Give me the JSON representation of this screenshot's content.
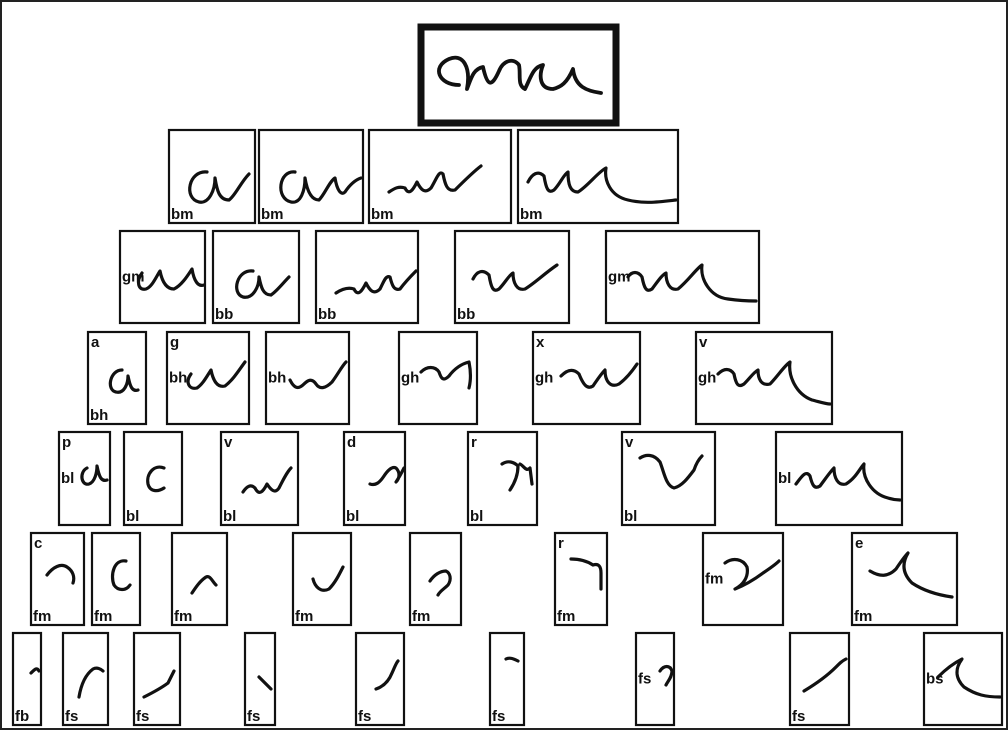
{
  "nodes": [
    {
      "id": "n-root-arc",
      "label": "",
      "labelPos": "bl",
      "root": true
    },
    {
      "id": "n1-a",
      "label": "bm",
      "labelPos": "bl"
    },
    {
      "id": "n1-ar",
      "label": "bm",
      "labelPos": "bl"
    },
    {
      "id": "n1-r",
      "label": "bm",
      "labelPos": "bl"
    },
    {
      "id": "n1-rc",
      "label": "bm",
      "labelPos": "bl"
    },
    {
      "id": "n2-ga",
      "label": "gm",
      "labelPos": "ml"
    },
    {
      "id": "n2-a",
      "label": "bb",
      "labelPos": "bl"
    },
    {
      "id": "n2-wr",
      "label": "bb",
      "labelPos": "bl"
    },
    {
      "id": "n2-r",
      "label": "bb",
      "labelPos": "bl"
    },
    {
      "id": "n2-rc",
      "label": "gm",
      "labelPos": "ml"
    },
    {
      "id": "n3-a",
      "label": "a",
      "labelPos": "tl",
      "sub": "bh",
      "subPos": "bl"
    },
    {
      "id": "n3-gw",
      "label": "g",
      "labelPos": "tl",
      "sub": "bh",
      "subPos": "ml"
    },
    {
      "id": "n3-w",
      "label": "bh",
      "labelPos": "ml"
    },
    {
      "id": "n3-r",
      "label": "gh",
      "labelPos": "ml"
    },
    {
      "id": "n3-xr",
      "label": "x",
      "labelPos": "tl",
      "sub": "gh",
      "subPos": "ml"
    },
    {
      "id": "n3-vrc",
      "label": "v",
      "labelPos": "tl",
      "sub": "gh",
      "subPos": "ml"
    },
    {
      "id": "n4-p",
      "label": "p",
      "labelPos": "tl",
      "sub": "bl",
      "subPos": "ml"
    },
    {
      "id": "n4-c",
      "label": "bl",
      "labelPos": "bl"
    },
    {
      "id": "n4-vw",
      "label": "v",
      "labelPos": "tl",
      "sub": "bl",
      "subPos": "bl"
    },
    {
      "id": "n4-d",
      "label": "d",
      "labelPos": "tl",
      "sub": "bl",
      "subPos": "bl"
    },
    {
      "id": "n4-r",
      "label": "r",
      "labelPos": "tl",
      "sub": "bl",
      "subPos": "bl"
    },
    {
      "id": "n4-vz",
      "label": "v",
      "labelPos": "tl",
      "sub": "bl",
      "subPos": "bl"
    },
    {
      "id": "n4-bc",
      "label": "bl",
      "labelPos": "ml"
    },
    {
      "id": "n5-c",
      "label": "c",
      "labelPos": "tl",
      "sub": "fm",
      "subPos": "bl"
    },
    {
      "id": "n5-c2",
      "label": "fm",
      "labelPos": "bl"
    },
    {
      "id": "n5-hook",
      "label": "fm",
      "labelPos": "bl"
    },
    {
      "id": "n5-u",
      "label": "fm",
      "labelPos": "bl"
    },
    {
      "id": "n5-fm",
      "label": "fm",
      "labelPos": "bl"
    },
    {
      "id": "n5-r",
      "label": "r",
      "labelPos": "tl",
      "sub": "fm",
      "subPos": "bl"
    },
    {
      "id": "n5-fz",
      "label": "fm",
      "labelPos": "ml"
    },
    {
      "id": "n5-e",
      "label": "e",
      "labelPos": "tl",
      "sub": "fm",
      "subPos": "bl"
    },
    {
      "id": "n6-1",
      "label": "fb",
      "labelPos": "bl"
    },
    {
      "id": "n6-2",
      "label": "fs",
      "labelPos": "bl"
    },
    {
      "id": "n6-3",
      "label": "fs",
      "labelPos": "bl"
    },
    {
      "id": "n6-4",
      "label": "fs",
      "labelPos": "bl"
    },
    {
      "id": "n6-5",
      "label": "fs",
      "labelPos": "bl"
    },
    {
      "id": "n6-6",
      "label": "fs",
      "labelPos": "bl"
    },
    {
      "id": "n6-7",
      "label": "fs",
      "labelPos": "ml"
    },
    {
      "id": "n6-8",
      "label": "fs",
      "labelPos": "bl"
    },
    {
      "id": "n6-9",
      "label": "bs",
      "labelPos": "ml"
    }
  ]
}
